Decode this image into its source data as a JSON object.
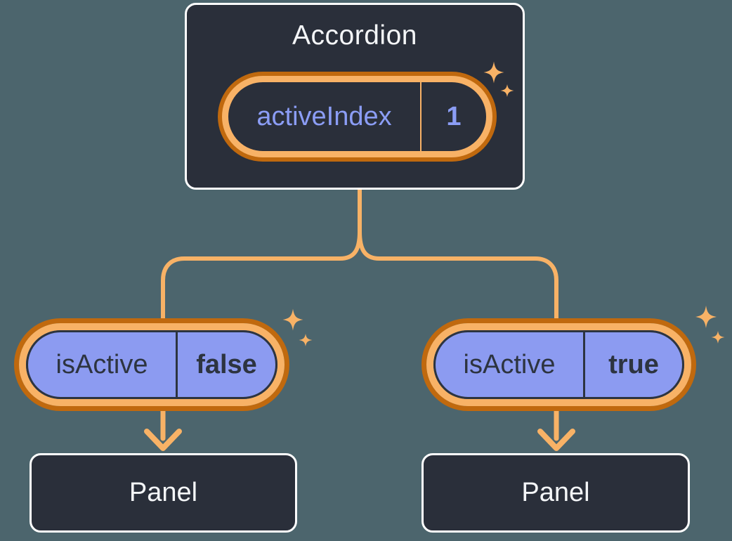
{
  "colors": {
    "background": "#4C656D",
    "box_fill": "#2A2F3A",
    "box_border": "#FFFFFF",
    "orange_light": "#F8B266",
    "orange_dark": "#C0690E",
    "purple_fill": "#8C9BF1",
    "purple_text": "#8B9DF5",
    "text_light": "#F4F6F8",
    "text_dark": "#2D3440"
  },
  "icons": {
    "sparkle": "four-point-star"
  },
  "diagram": {
    "root": {
      "title": "Accordion",
      "state": {
        "name": "activeIndex",
        "value": "1"
      }
    },
    "children": [
      {
        "prop_name": "isActive",
        "prop_value": "false",
        "panel_label": "Panel"
      },
      {
        "prop_name": "isActive",
        "prop_value": "true",
        "panel_label": "Panel"
      }
    ]
  }
}
